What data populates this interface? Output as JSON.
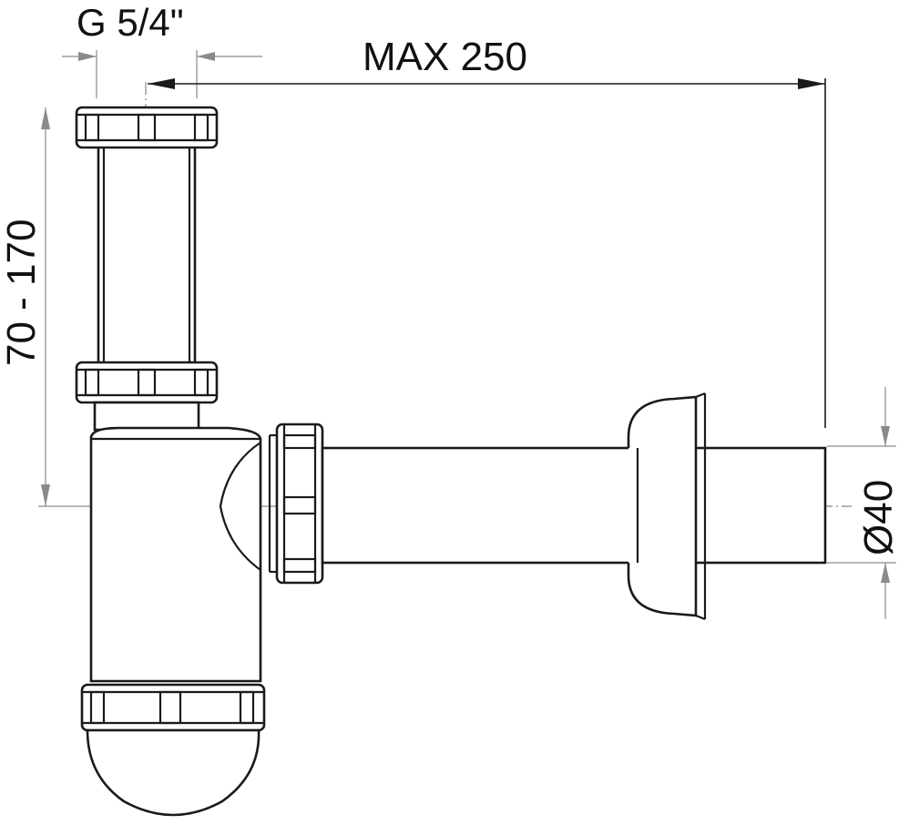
{
  "drawing": {
    "title": "",
    "dimensions": {
      "thread": "G  5/4\"",
      "max_length": "MAX  250",
      "height_range": "70 - 170",
      "pipe_diameter": "Ø40"
    },
    "colors": {
      "outline": "#1a1a1a",
      "dimension_line": "#8a8a8a",
      "background": "#ffffff"
    }
  }
}
